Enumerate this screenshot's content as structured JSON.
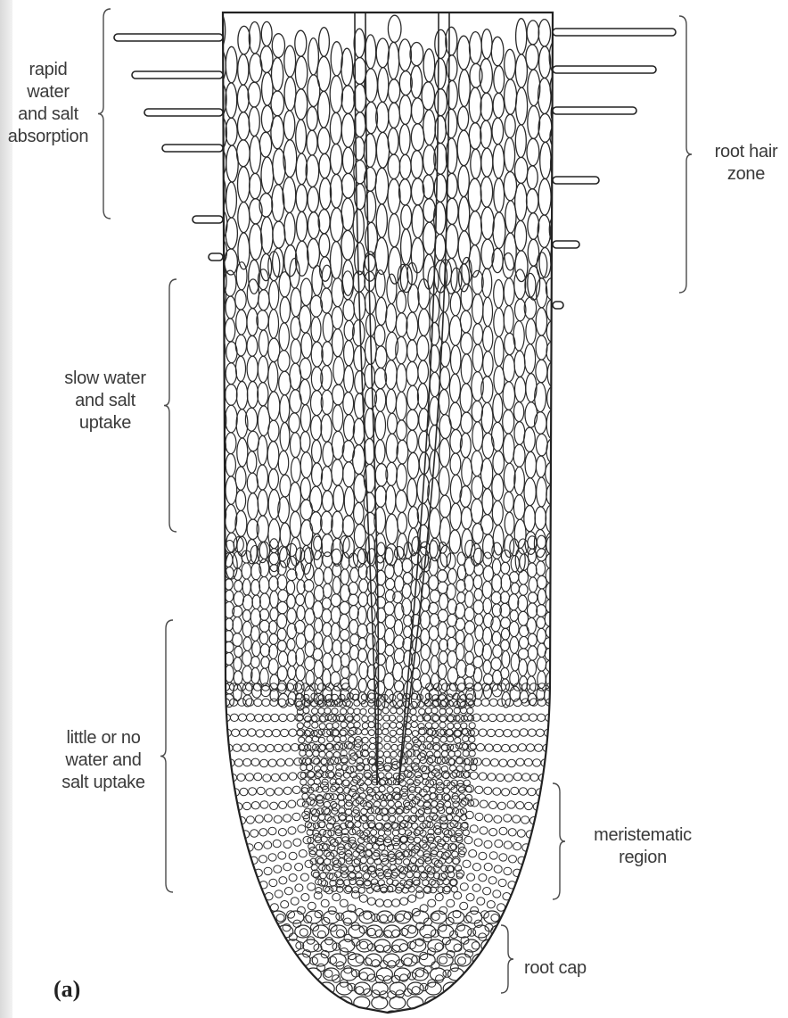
{
  "figure": {
    "panel_letter": "(a)",
    "colors": {
      "outline": "#222222",
      "cell": "#2a2a2a",
      "background": "#ffffff",
      "text": "#3a3a3a"
    }
  },
  "labels_left": {
    "rapid": "rapid\nwater\nand salt\nabsorption",
    "slow": "slow water\nand salt\nuptake",
    "little": "little or no\nwater and\nsalt uptake"
  },
  "labels_right": {
    "root_hair_zone": "root hair\nzone",
    "meristematic": "meristematic\nregion",
    "root_cap": "root cap"
  }
}
